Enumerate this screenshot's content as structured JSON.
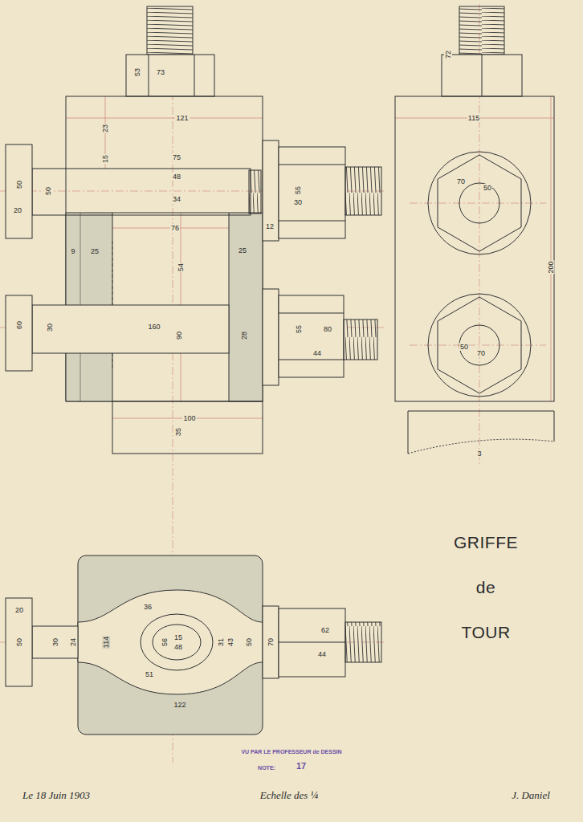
{
  "diagram": {
    "title": "GRIFFE de TOUR",
    "labels": [
      "53",
      "73",
      "121",
      "23",
      "15",
      "75",
      "48",
      "34",
      "50",
      "20",
      "50",
      "55",
      "30",
      "12",
      "76",
      "54",
      "9",
      "25",
      "25",
      "60",
      "30",
      "160",
      "90",
      "28",
      "55",
      "80",
      "44",
      "100",
      "35",
      "72",
      "115",
      "200",
      "70",
      "50",
      "50",
      "70",
      "3",
      "20",
      "50",
      "30",
      "24",
      "114",
      "36",
      "56",
      "15",
      "48",
      "51",
      "31",
      "43",
      "50",
      "70",
      "62",
      "44",
      "122",
      "VU PAR LE PROFESSEUR de DESSIN",
      "NOTE:",
      "17",
      "Le 18 Juin 1903",
      "Echelle des ¼",
      "J. Daniel"
    ]
  }
}
